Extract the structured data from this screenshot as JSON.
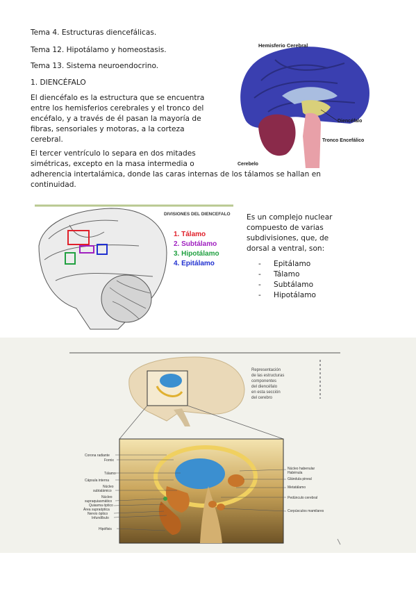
{
  "topics": [
    "Tema 4. Estructuras diencefálicas.",
    "Tema 12. Hipotálamo y homeostasis.",
    "Tema 13. Sistema neuroendocrino."
  ],
  "section_title": "1. DIENCÉFALO",
  "paragraph1": [
    "El diencéfalo es la estructura que se encuentra",
    "entre los hemisferios cerebrales y el tronco del",
    "encéfalo, y a través de él pasan la mayoría de",
    "fibras, sensoriales y motoras, a la corteza",
    "cerebral."
  ],
  "paragraph2": [
    "El tercer ventrículo lo separa en dos mitades",
    "simétricas, excepto en la masa intermedia o",
    "adherencia intertalámica, donde las caras internas de los tálamos se hallan en",
    "continuidad."
  ],
  "figure1": {
    "labels": {
      "hemisferio": "Hemisferio Cerebral",
      "diencefalo": "Diencéfalo",
      "tronco": "Tronco Encefálico",
      "cerebelo": "Cerebelo"
    },
    "colors": {
      "hemisphere": "#3a3fb0",
      "diencephalon": "#d9d07a",
      "brainstem": "#e8a0a8",
      "cerebellum": "#8a2a4a"
    }
  },
  "figure2": {
    "title": "DIVISIONES DEL DIENCEFALO",
    "items": [
      {
        "label": "1. Tálamo",
        "color": "#e0202a"
      },
      {
        "label": "2. Subtálamo",
        "color": "#a020c0"
      },
      {
        "label": "3. Hipotálamo",
        "color": "#20a040"
      },
      {
        "label": "4. Epitálamo",
        "color": "#2030d0"
      }
    ]
  },
  "complex_text": [
    "Es un complejo nuclear",
    "compuesto de varias",
    "subdivisiones, que, de",
    "dorsal a ventral, son:"
  ],
  "subdivisions": [
    "Epitálamo",
    "Tálamo",
    "Subtálamo",
    "Hipotálamo"
  ],
  "figure3": {
    "caption": [
      "Representación",
      "de las estructuras",
      "componentes",
      "del diencéfalo",
      "en esta sección",
      "del cerebro"
    ],
    "left_labels": [
      "Corona radiante",
      "Fornix",
      "Tálamo",
      "Cápsula interna",
      "Núcleo",
      "subtalámico",
      "Núcleo",
      "supraquiasmático",
      "Quiasma óptico",
      "Área supraóptica",
      "Nervio óptico",
      "Infundíbulo",
      "Hipófisis"
    ],
    "right_labels": [
      "Núcleo habenular",
      "Habénula",
      "Glándula pineal",
      "Metatálamo",
      "Pedúnculo cerebral",
      "Corpúsculos mamilares"
    ]
  }
}
